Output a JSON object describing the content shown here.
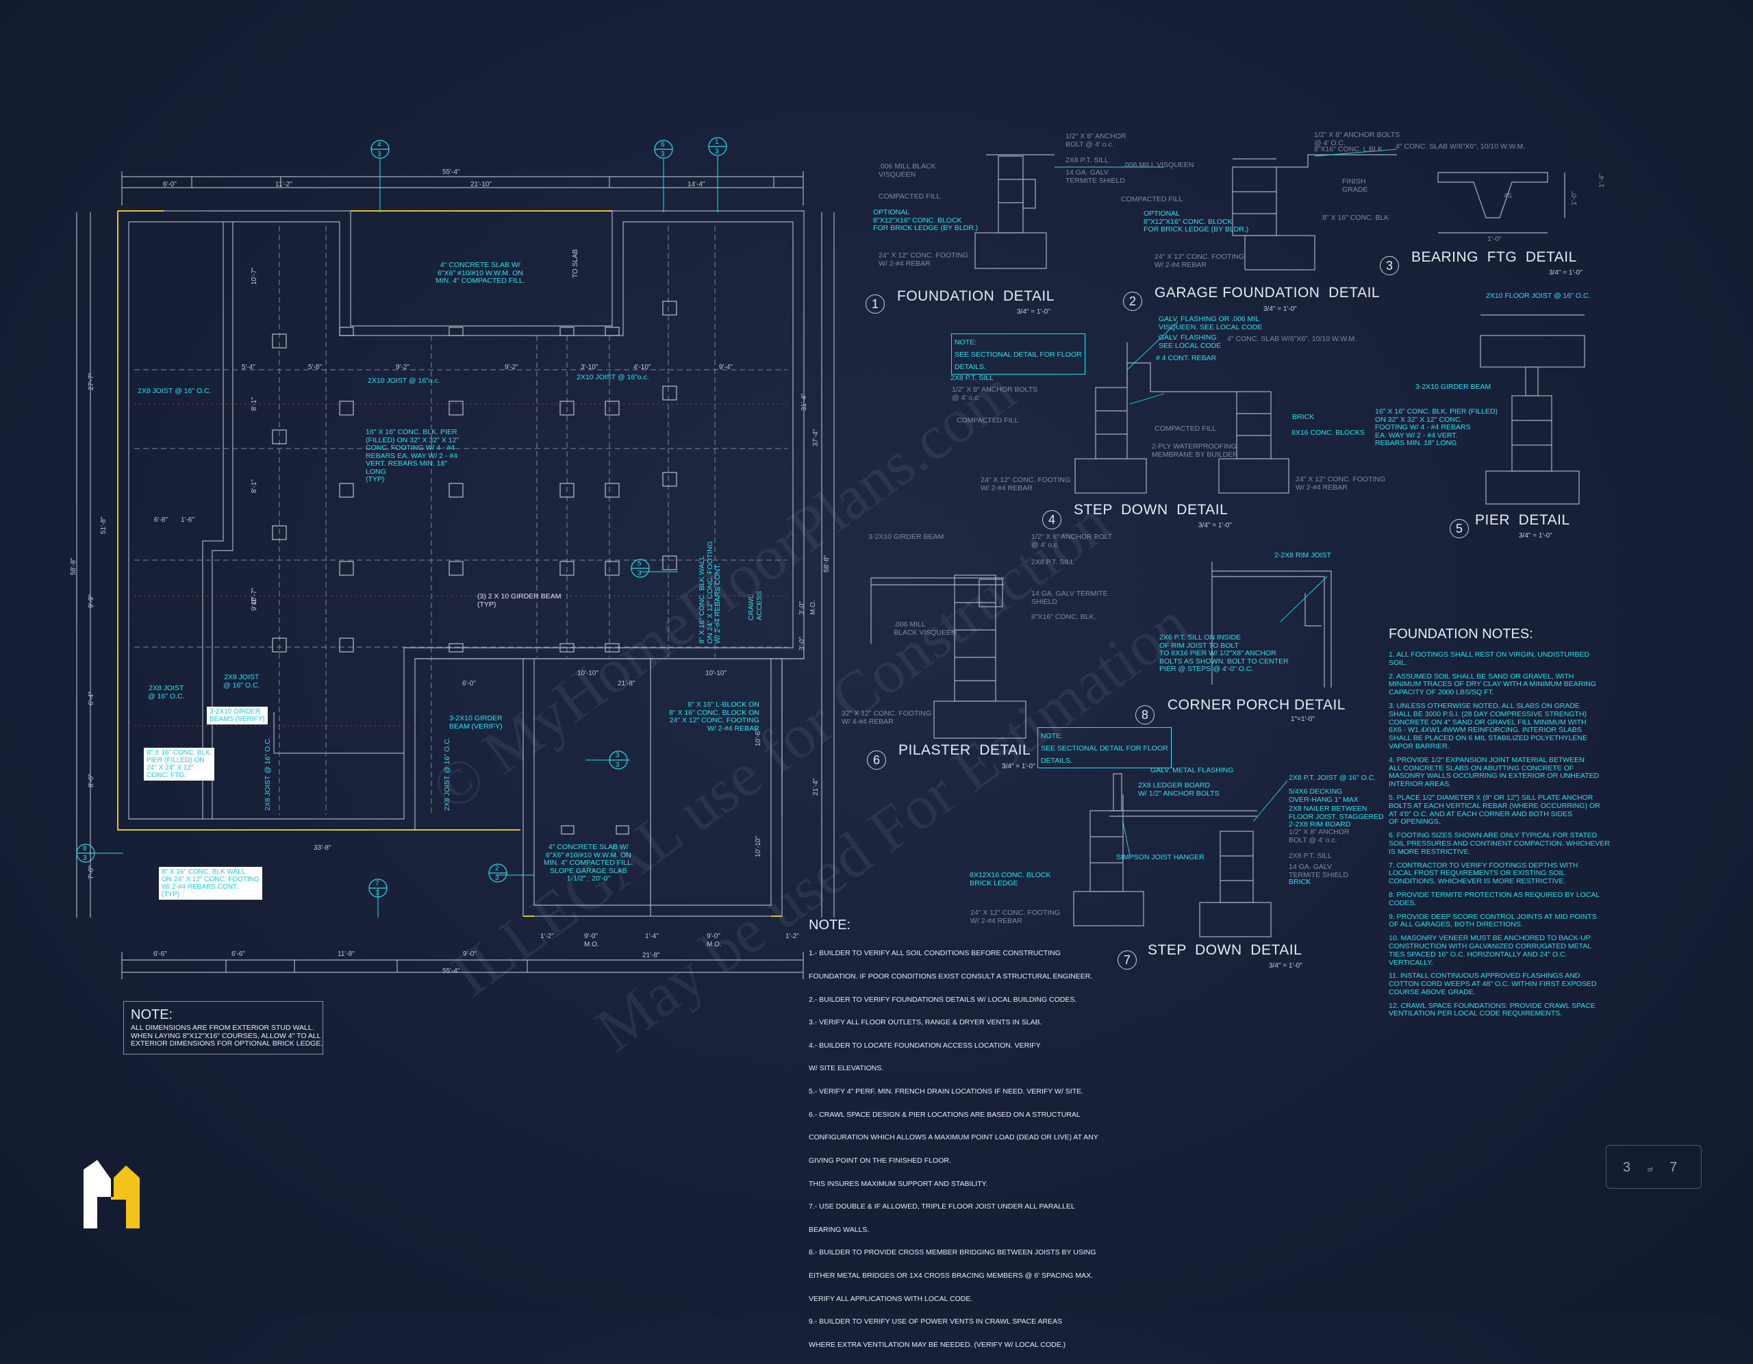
{
  "plan": {
    "dims_top": [
      "55'-4\"",
      "6'-0\"",
      "11'-2\"",
      "21'-10\"",
      "14'-4\"",
      "5'-4\"",
      "5'-8\"",
      "9'-2\"",
      "9'-2\"",
      "3'-10\"",
      "4'-10\"",
      "9'-4\""
    ],
    "dims_bottom": [
      "55'-4\"",
      "6'-6\"",
      "6'-6\"",
      "11'-8\"",
      "9'-0\"",
      "21'-8\"",
      "1'-2\"",
      "9'-0\"",
      "1'-4\"",
      "9'-0\"",
      "1'-2\"",
      "M.O.",
      "M.O.",
      "33'-8\"",
      "6'-0\"",
      "21'-8\"",
      "10'-10\"",
      "10'-10\"",
      "6'-8\"",
      "1'-6\""
    ],
    "dims_left": [
      "27'-7\"",
      "58'-8\"",
      "51'-8\"",
      "9'-9\"",
      "6'-4\"",
      "8'-0\"",
      "7'-0\"",
      "10'-7\"",
      "9'-0\"",
      "8'-1\"",
      "8'-1\"",
      "10'-7\""
    ],
    "dims_right": [
      "31'-4\"",
      "37'-4\"",
      "58'-8\"",
      "3'-0\"",
      "M.O.",
      "3'-0\"",
      "21'-4\"",
      "10'-6\"",
      "10'-10\""
    ],
    "labels": {
      "slab_top": "4\" CONCRETE SLAB W/\n6\"X6\" #10/#10 W.W.M. ON\nMIN. 4\" COMPACTED FILL.",
      "joist_8": "2X8 JOIST @ 16\" O.C.",
      "joist_10a": "2X10 JOIST @ 16\"o.c.",
      "joist_10b": "2X10 JOIST @ 16\"o.c.",
      "pier": "16\" X 16\" CONC. BLK. PIER\n(FILLED) ON 32\" X 32\" X 12\"\nCONC. FOOTING W/ 4 - #4\nREBARS EA. WAY W/ 2 - #4\nVERT. REBARS MIN. 18\"\nLONG\n(TYP)",
      "girder": "(3) 2 X 10 GIRDER BEAM\n(TYP)",
      "wall_8": "8\" X 16\" CONC. BLK WALL\nON 24\" X 12\" CONC. FOOTING\nW/ 2-#4 REBARS CONT.",
      "crawl": "CRAWL\nACCESS",
      "to_slab": "TO SLAB",
      "lblock": "8\" X 16\" L-BLOCK ON\n8\" X 16\" CONC. BLOCK ON\n24\" X 12\" CONC. FOOTING\nW/ 2-#4 REBAR",
      "girder_verify": "3-2X10 GIRDER\nBEAM (VERIFY)",
      "joist_8b": "2X8 JOIST\n@ 16\" O.C.",
      "joist_8c": "2X8 JOIST\n@ 16\" O.C.",
      "joist_8d": "2X8 JOIST @ 16\" O.C.",
      "joist_8e": "2X8 JOIST @ 16\" O.C.",
      "girder_box": "3-2X10 GIRDER\nBEAMS (VERIFY)",
      "pier_box": "8\" X 16\" CONC. BLK.\nPIER (FILLED) ON\n24\" X 24\" X 12\"\nCONC. FTG.",
      "wall_box": "8\" X 16\" CONC. BLK WALL\nON 24\" X 12\" CONC. FOOTING\nW/ 2-#4 REBARS CONT.\n(TYP)",
      "slab_garage": "4\" CONCRETE SLAB W/\n6\"X6\" #10/#10 W.W.M. ON\nMIN. 4\" COMPACTED FILL.\nSLOPE GARAGE SLAB\n1-1/2\" : 20'-0\""
    },
    "markers": [
      {
        "top": "4",
        "bot": "3"
      },
      {
        "top": "6",
        "bot": "3"
      },
      {
        "top": "1",
        "bot": "3"
      },
      {
        "top": "5",
        "bot": "3"
      },
      {
        "top": "3",
        "bot": "3"
      },
      {
        "top": "2",
        "bot": "3"
      },
      {
        "top": "7",
        "bot": "3"
      },
      {
        "top": "8",
        "bot": "3"
      }
    ]
  },
  "plan_note": {
    "heading": "NOTE:",
    "text": "ALL DIMENSIONS ARE FROM EXTERIOR STUD WALL.\nWHEN LAYING 8\"X12\"X16\" COURSES, ALLOW 4\" TO ALL\nEXTERIOR DIMENSIONS FOR OPTIONAL BRICK LEDGE."
  },
  "details": [
    {
      "num": "1",
      "title": "FOUNDATION  DETAIL",
      "scale": "3/4\" = 1'-0\""
    },
    {
      "num": "2",
      "title": "GARAGE FOUNDATION  DETAIL",
      "scale": "3/4\" = 1'-0\""
    },
    {
      "num": "3",
      "title": "BEARING  FTG  DETAIL",
      "scale": "3/4\" = 1'-0\""
    },
    {
      "num": "4",
      "title": "STEP  DOWN  DETAIL",
      "scale": "3/4\" = 1'-0\""
    },
    {
      "num": "5",
      "title": "PIER  DETAIL",
      "scale": "3/4\" = 1'-0\""
    },
    {
      "num": "6",
      "title": "PILASTER  DETAIL",
      "scale": "3/4\" = 1'-0\""
    },
    {
      "num": "7",
      "title": "STEP  DOWN  DETAIL",
      "scale": "3/4\" = 1'-0\""
    },
    {
      "num": "8",
      "title": "CORNER PORCH DETAIL",
      "scale": "1\"=1'-0\""
    }
  ],
  "detail_labels": {
    "d1_a": "1/2\" X 8\" ANCHOR\nBOLT @ 4' o.c.",
    "d1_b": ".006 MILL BLACK\nVISQUEEN",
    "d1_c": "2X8 P.T. SILL",
    "d1_d": "14 GA. GALV\nTERMITE SHIELD",
    "d1_e": "COMPACTED FILL",
    "d1_f": "OPTIONAL\n8\"X12\"X16\" CONC. BLOCK\nFOR BRICK LEDGE (BY BLDR.)",
    "d1_g": "24\" X 12\" CONC. FOOTING\nW/ 2-#4 REBAR",
    "d2_a": "1/2\" X 8\" ANCHOR BOLTS\n@ 4' O.C.",
    "d2_b": "8\"X16\" CONC. L BLK",
    "d2_c": "4\" CONC. SLAB W/6\"X6\", 10/10 W.W.M.",
    "d2_d": ".006 MILL VISQUEEN",
    "d2_e": "FINISH\nGRADE",
    "d2_f": "COMPACTED FILL",
    "d2_g": "8\" X 16\" CONC. BLK",
    "d2_h": "OPTIONAL\n8\"X12\"X16\" CONC. BLOCK\nFOR BRICK LEDGE (BY BLDR.)",
    "d2_i": "24\" X 12\" CONC. FOOTING\nW/ 2-#4 REBAR",
    "d3_a": "1'-0\"",
    "d3_b": "1'-4\"",
    "d3_c": "1'-0\"",
    "d3_d": "45",
    "d4_note": "NOTE:\nSEE SECTIONAL DETAIL FOR FLOOR\nDETAILS.",
    "d4_a": "GALV. FLASHING OR .006 MIL\nVISQUEEN. SEE LOCAL CODE",
    "d4_b": "GALV. FLASHING\nSEE LOCAL CODE",
    "d4_c": "# 4 CONT. REBAR",
    "d4_d": "4\" CONC. SLAB W/6\"X6\", 10/10 W.W.M.",
    "d4_e": "2X8 P.T. SILL",
    "d4_f": "1/2\" X 8\" ANCHOR BOLTS\n@ 4' o.c.",
    "d4_g": "COMPACTED FILL",
    "d4_h": "BRICK",
    "d4_i": "8X16 CONC. BLOCKS",
    "d4_j": "COMPACTED FILL",
    "d4_k": "2-PLY WATERPROOFING\nMEMBRANE BY BUILDER",
    "d4_l": "24\" X 12\" CONC. FOOTING\nW/ 2-#4 REBAR",
    "d4_m": "24\" X 12\" CONC. FOOTING\nW/ 2-#4 REBAR",
    "d5_a": "2X10 FLOOR JOIST @ 16\" O.C.",
    "d5_b": "3-2X10 GIRDER BEAM",
    "d5_c": "16\" X 16\" CONC. BLK. PIER (FILLED)\nON 32\" X 32\" X 12\" CONC.\nFOOTING W/ 4 - #4 REBARS\nEA. WAY W/ 2 - #4 VERT.\nREBARS MIN. 18\" LONG",
    "d6_a": "3-2X10 GIRDER BEAM",
    "d6_b": "1/2\" X 8\" ANCHOR BOLT\n@ 4' o.c.",
    "d6_c": "2X8 P.T. SILL",
    "d6_d": "14 GA. GALV TERMITE\nSHIELD",
    "d6_e": "8\"X16\" CONC. BLK.",
    "d6_f": ".006 MILL\nBLACK VISQUEEN",
    "d6_g": "32\" X 12\" CONC. FOOTING\nW/ 4-#4 REBAR",
    "d8_a": "2-2X8 RIM JOIST",
    "d8_b": "2X6 P.T. SILL ON INSIDE\nOF RIM JOIST TO BOLT\nTO 8X16 PIER W/ 1/2\"X8\" ANCHOR\nBOLTS AS SHOWN. BOLT TO CENTER\nPIER @ STEPS @ 4'-0\" O.C.",
    "d7_note": "NOTE:\nSEE SECTIONAL DETAIL FOR FLOOR\nDETAILS.",
    "d7_a": "GALV. METAL FLASHING",
    "d7_b": "2X8 LEDGER BOARD\nW/ 1/2\" ANCHOR BOLTS",
    "d7_c": "2X8 P.T. JOIST @ 16\" O.C.",
    "d7_d": "5/4X6 DECKING",
    "d7_e": "OVER-HANG 1\" MAX",
    "d7_f": "2X8 NAILER BETWEEN\nFLOOR JOIST. STAGGERED",
    "d7_g": "2-2X8 RIM BOARD",
    "d7_h": "1/2\" X 8\" ANCHOR\nBOLT @ 4' o.c.",
    "d7_i": "SIMPSON JOIST HANGER",
    "d7_j": "2X8 P.T. SILL",
    "d7_k": "14 GA. GALV\nTERMITE SHIELD",
    "d7_l": "BRICK",
    "d7_m": "8X12X16 CONC. BLOCK\nBRICK LEDGE",
    "d7_n": "24\" X 12\" CONC. FOOTING\nW/ 2-#4 REBAR"
  },
  "general_notes": {
    "heading": "NOTE:",
    "items": [
      "1.- BUILDER TO VERIFY ALL SOIL CONDITIONS BEFORE CONSTRUCTING",
      "FOUNDATION. IF POOR CONDITIONS EXIST CONSULT A STRUCTURAL ENGINEER.",
      "2.- BUILDER TO VERIFY FOUNDATIONS DETAILS W/ LOCAL BUILDING CODES.",
      "3.- VERIFY ALL FLOOR OUTLETS, RANGE & DRYER VENTS IN SLAB.",
      "4.- BUILDER TO LOCATE FOUNDATION ACCESS LOCATION. VERIFY",
      "W/ SITE ELEVATIONS.",
      "5.- VERIFY 4\" PERF. MIN. FRENCH DRAIN LOCATIONS IF NEED. VERIFY W/ SITE.",
      "6.- CRAWL SPACE DESIGN & PIER LOCATIONS ARE BASED ON A STRUCTURAL",
      "CONFIGURATION WHICH ALLOWS A MAXIMUM POINT LOAD (DEAD OR LIVE) AT ANY",
      "GIVING POINT ON THE FINISHED FLOOR.",
      "THIS INSURES MAXIMUM SUPPORT AND STABILITY.",
      "7.- USE DOUBLE & IF ALLOWED, TRIPLE FLOOR JOIST UNDER ALL PARALLEL",
      "BEARING WALLS.",
      "8.- BUILDER TO PROVIDE CROSS MEMBER BRIDGING BETWEEN JOISTS BY USING",
      "EITHER METAL BRIDGES OR 1X4 CROSS BRACING MEMBERS @ 6' SPACING MAX.",
      "VERIFY ALL APPLICATIONS WITH LOCAL CODE.",
      "9.- BUILDER TO VERIFY USE OF POWER VENTS IN CRAWL SPACE AREAS",
      "WHERE EXTRA VENTILATION MAY BE NEEDED. (VERIFY W/ LOCAL CODE.)"
    ]
  },
  "foundation_notes": {
    "heading": "FOUNDATION NOTES:",
    "items": [
      "1. ALL FOOTINGS SHALL REST ON VIRGIN, UNDISTURBED\nSOIL.",
      "2. ASSUMED SOIL SHALL BE SAND OR GRAVEL, WITH\nMINIMUM TRACES OF DRY CLAY WITH A MINIMUM BEARING\nCAPACITY OF 2000 LBS/SQ FT.",
      "3. UNLESS OTHERWISE NOTED, ALL SLABS ON GRADE\nSHALL BE 3000 P.S.I. (28 DAY COMPRESSIVE STRENGTH)\nCONCRETE ON 4\" SAND OR GRAVEL FILL MINIMUM WITH\n6X6 - W1.4XW1.4WWM REINFORCING. INTERIOR SLABS\nSHALL BE PLACED ON 6 MIL STABILIZED POLYETHYLENE\nVAPOR BARRIER.",
      "4. PROVIDE 1/2\" EXPANSION JOINT MATERIAL BETWEEN\nALL CONCRETE SLABS ON ABUTTING CONCRETE OF\nMASONRY WALLS OCCURRING IN EXTERIOR OR UNHEATED\nINTERIOR AREAS.",
      "5. PLACE 1/2\" DIAMETER X (8\" OR 12\") SILL PLATE ANCHOR\nBOLTS AT EACH VERTICAL REBAR (WHERE OCCURRING) OR\nAT 4'0\" O.C. AND AT EACH CORNER AND BOTH SIDES\nOF OPENINGS.",
      "6. FOOTING SIZES SHOWN ARE ONLY TYPICAL FOR STATED\nSOIL PRESSURES AND CONTINENT COMPACTION. WHICHEVER\nIS MORE RESTRICTIVE.",
      "7. CONTRACTOR TO VERIFY FOOTINGS DEPTHS WITH\nLOCAL FROST REQUIREMENTS OR EXISTING SOIL\nCONDITIONS, WHICHEVER IS MORE RESTRICTIVE.",
      "8. PROVIDE TERMITE PROTECTION AS REQUIRED BY LOCAL\nCODES.",
      "9. PROVIDE DEEP SCORE CONTROL JOINTS AT MID POINTS\nOF ALL GARAGES, BOTH DIRECTIONS.",
      "10. MASONRY VENEER MUST BE ANCHORED TO BACK-UP\nCONSTRUCTION WITH GALVANIZED CORRUGATED METAL\nTIES SPACED 16\" O.C. HORIZONTALLY AND 24\" O.C.\nVERTICALLY.",
      "11. INSTALL CONTINUOUS APPROVED FLASHINGS AND\nCOTTON CORD WEEPS AT 48\" O.C. WITHIN FIRST EXPOSED\nCOURSE ABOVE GRADE.",
      "12. CRAWL SPACE FOUNDATIONS: PROVIDE CRAWL SPACE\nVENTILATION PER LOCAL CODE REQUIREMENTS."
    ]
  },
  "watermark": {
    "line1": "© MyHomeFloorPlans.com",
    "line2": "ILLEGAL use for Construction",
    "line3": "May be used For Estimation"
  },
  "page": {
    "current": "3",
    "of": "of",
    "total": "7"
  },
  "logo_icon": "house-h-logo-icon",
  "colors": {
    "background": "#1a2239",
    "cyan": "#1fe1ee",
    "yellow": "#e0c23a",
    "white": "#e8eef5",
    "gray": "#7f889a"
  }
}
